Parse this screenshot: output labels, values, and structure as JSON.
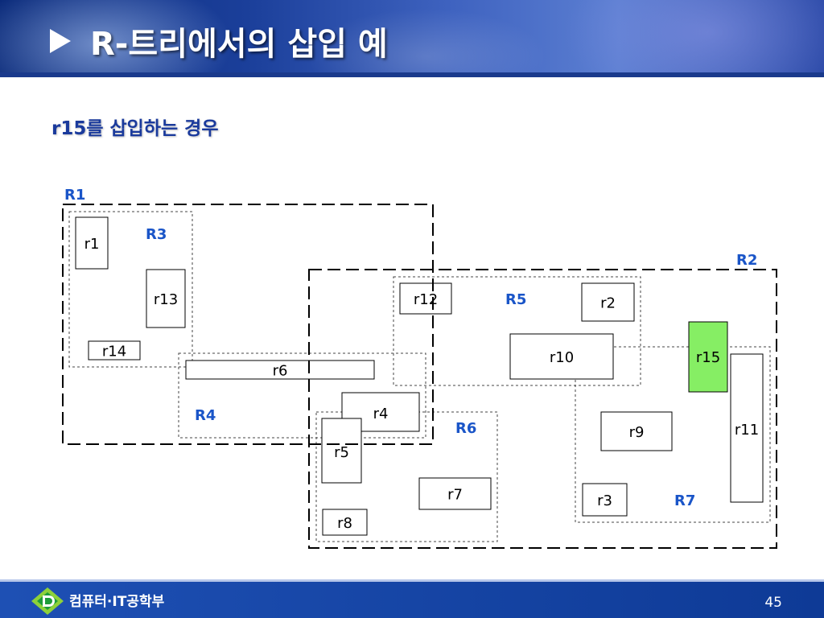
{
  "slide": {
    "title": "R-트리에서의 삽입 예",
    "subtitle": "r15를 삽입하는 경우",
    "footer_dept": "컴퓨터·IT공학부",
    "page_number": "45"
  },
  "colors": {
    "node_label": "#1a55c8",
    "highlight_fill": "#86ee64",
    "rect_stroke": "#000000"
  },
  "diagram": {
    "nodes": [
      {
        "id": "R1",
        "label": "R1",
        "level": "outer"
      },
      {
        "id": "R2",
        "label": "R2",
        "level": "outer"
      },
      {
        "id": "R3",
        "label": "R3",
        "level": "inner"
      },
      {
        "id": "R4",
        "label": "R4",
        "level": "inner"
      },
      {
        "id": "R5",
        "label": "R5",
        "level": "inner"
      },
      {
        "id": "R6",
        "label": "R6",
        "level": "inner"
      },
      {
        "id": "R7",
        "label": "R7",
        "level": "inner"
      }
    ],
    "rects": [
      {
        "id": "r1",
        "label": "r1"
      },
      {
        "id": "r2",
        "label": "r2"
      },
      {
        "id": "r3",
        "label": "r3"
      },
      {
        "id": "r4",
        "label": "r4"
      },
      {
        "id": "r5",
        "label": "r5"
      },
      {
        "id": "r6",
        "label": "r6"
      },
      {
        "id": "r7",
        "label": "r7"
      },
      {
        "id": "r8",
        "label": "r8"
      },
      {
        "id": "r9",
        "label": "r9"
      },
      {
        "id": "r10",
        "label": "r10"
      },
      {
        "id": "r11",
        "label": "r11"
      },
      {
        "id": "r12",
        "label": "r12"
      },
      {
        "id": "r13",
        "label": "r13"
      },
      {
        "id": "r14",
        "label": "r14"
      },
      {
        "id": "r15",
        "label": "r15",
        "highlight": true
      }
    ]
  }
}
